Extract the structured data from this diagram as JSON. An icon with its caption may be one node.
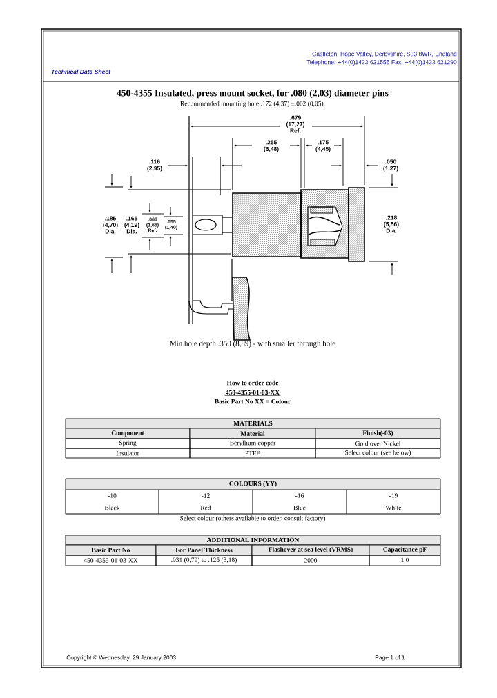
{
  "diagram": {
    "title": "450-4355 Insulated, press mount socket, for .080 (2,03) diameter pins",
    "labels": [
      "Technical Data Sheet",
      "Castleton, Hope Valley, Derbyshire, S33 8WR, England",
      "Telephone: +44(0)1433 621555 Fax: +44(0)1433 621290",
      "Recommended mounting hole .172 (4,37) ±.002 (0,05).",
      ".679 (17,27) Ref.",
      ".255 (6,48)",
      ".175 (4,45)",
      ".116 (2,95)",
      ".050 (1,27)",
      ".185 (4,70) Dia.",
      ".165 (4,19) Dia.",
      ".066 (1,66) Ref.",
      ".055 (1,40)",
      ".218 (5,56) Dia.",
      "Min hole depth .350 (8,89) - with smaller through hole",
      "How to order code",
      "450-4355-01-03-XX",
      "Basic Part No XX = Colour",
      "MATERIALS",
      "Component",
      "Material",
      "Finish(-03)",
      "Spring",
      "Beryllium copper",
      "Gold over Nickel",
      "Insulator",
      "PTFE",
      "Select colour (see below)",
      "COLOURS (YY)",
      "-10",
      "-12",
      "-16",
      "-19",
      "Black",
      "Red",
      "Blue",
      "White",
      "Select colour (others available to order, consult factory)",
      "ADDITIONAL INFORMATION",
      "Basic Part No",
      "For Panel Thickness",
      "Flashover at sea level (VRMS)",
      "Capacitance pF",
      "450-4355-01-03-XX",
      ".031 (0,79) to .125 (3,18)",
      "2000",
      "1,0",
      "Copyright © Wednesday, 29 January 2003",
      "Page 1 of 1"
    ]
  }
}
